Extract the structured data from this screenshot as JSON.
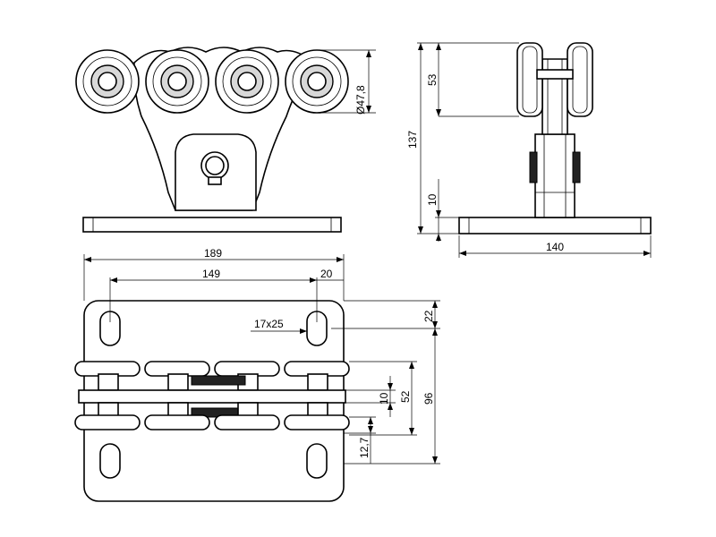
{
  "dimensions": {
    "diameter_roller": "Ø47,8",
    "side_height_top": "53",
    "side_total": "137",
    "side_base": "10",
    "side_width": "140",
    "plan_overall": "189",
    "plan_slot_spacing": "149",
    "plan_edge": "20",
    "plan_slot_size": "17x25",
    "plan_offset_top": "22",
    "plan_height": "96",
    "plan_mid": "52",
    "plan_small": "10",
    "plan_low": "12,7"
  }
}
